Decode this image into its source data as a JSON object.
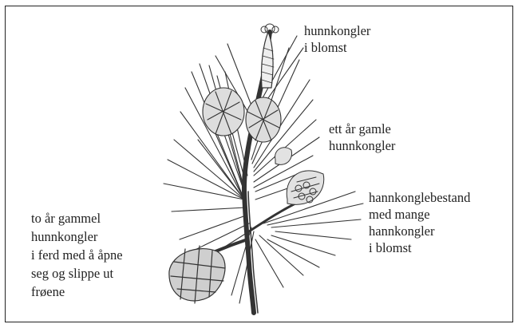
{
  "labels": {
    "female_bloom": [
      "hunnkongler",
      "i blomst"
    ],
    "one_year": [
      "ett år gamle",
      "hunnkongler"
    ],
    "male_cones": [
      "hannkonglebestand",
      "med mange",
      "hannkongler",
      "i blomst"
    ],
    "two_year": [
      "to år gammel",
      "hunnkongler",
      "i ferd med å åpne",
      "seg og slippe ut",
      "frøene"
    ]
  },
  "colors": {
    "ink": "#222222",
    "background": "#ffffff"
  }
}
